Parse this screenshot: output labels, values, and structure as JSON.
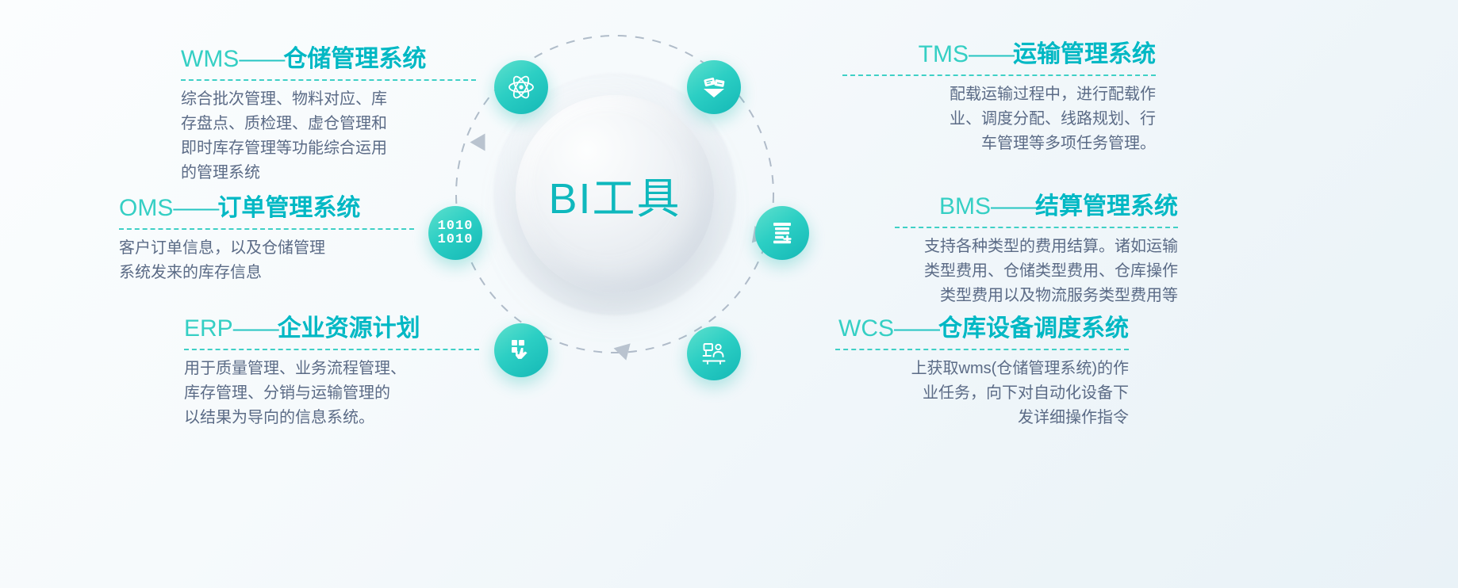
{
  "center": {
    "label": "BI工具",
    "accent_color": "#0fb8bd"
  },
  "theme": {
    "title_abbr_color": "#35cfc4",
    "title_cn_color": "#00b8c4",
    "body_color": "#5b6b86",
    "node_gradient_from": "#5fe0cd",
    "node_gradient_to": "#14b8b6",
    "dash_rule_color": "#3fd0c6",
    "orbit_color": "#9aa8ba",
    "background_from": "#fbfdfe",
    "background_to": "#e9f2f7"
  },
  "blocks": [
    {
      "id": "wms",
      "abbr": "WMS",
      "dash": "——",
      "cn_title": "仓储管理系统",
      "body": "综合批次管理、物料对应、库\n存盘点、质检理、虚仓管理和\n即时库存管理等功能综合运用\n的管理系统",
      "side": "left"
    },
    {
      "id": "oms",
      "abbr": "OMS",
      "dash": "——",
      "cn_title": "订单管理系统",
      "body": "客户订单信息，以及仓储管理\n系统发来的库存信息",
      "side": "left"
    },
    {
      "id": "erp",
      "abbr": "ERP",
      "dash": "——",
      "cn_title": "企业资源计划",
      "body": "用于质量管理、业务流程管理、\n库存管理、分销与运输管理的\n以结果为导向的信息系统。",
      "side": "left"
    },
    {
      "id": "tms",
      "abbr": "TMS",
      "dash": "——",
      "cn_title": "运输管理系统",
      "body": "配载运输过程中，进行配载作\n业、调度分配、线路规划、行\n车管理等多项任务管理。",
      "side": "right"
    },
    {
      "id": "bms",
      "abbr": "BMS",
      "dash": "——",
      "cn_title": "结算管理系统",
      "body": "支持各种类型的费用结算。诸如运输\n类型费用、仓储类型费用、仓库操作\n类型费用以及物流服务类型费用等",
      "side": "right"
    },
    {
      "id": "wcs",
      "abbr": "WCS",
      "dash": "——",
      "cn_title": "仓库设备调度系统",
      "body": "上获取wms(仓储管理系统)的作\n业任务，向下对自动化设备下\n发详细操作指令",
      "side": "right"
    }
  ],
  "nodes": [
    {
      "id": "atom",
      "icon": "atom-icon",
      "position": "top-left"
    },
    {
      "id": "cards",
      "icon": "data-cards-icon",
      "position": "top-right"
    },
    {
      "id": "binary",
      "icon": "binary-code-icon",
      "value": "1010\n1010",
      "position": "left"
    },
    {
      "id": "doc",
      "icon": "document-add-icon",
      "position": "right"
    },
    {
      "id": "hand",
      "icon": "hand-chart-icon",
      "position": "bottom-left"
    },
    {
      "id": "work",
      "icon": "workstation-icon",
      "position": "bottom-right"
    }
  ],
  "orbit": {
    "style": "dashed-circle",
    "arrow_count": 4,
    "direction": "clockwise"
  }
}
